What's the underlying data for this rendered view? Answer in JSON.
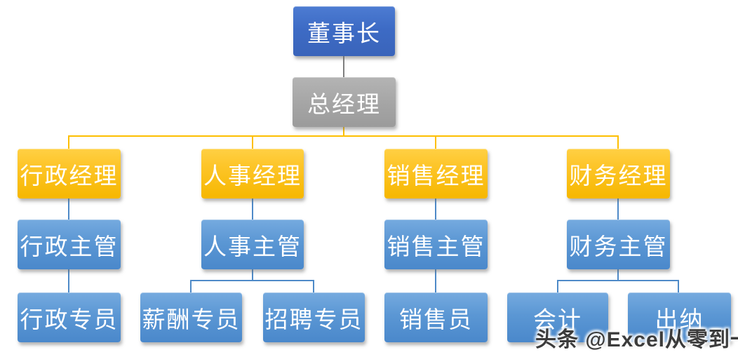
{
  "diagram": {
    "type": "org-chart",
    "title_none": "",
    "colors": {
      "level1_fill": "#3D6BC5",
      "level2_fill": "#A6A6A6",
      "level3_fill": "#FDC527",
      "level4_fill": "#5B97D4",
      "text": "#FFFFFF",
      "connector_gray": "#7F7F7F",
      "connector_yellow": "#FDBF00",
      "connector_blue": "#4E8AC8",
      "background": "#FFFFFF"
    },
    "nodes": {
      "chairman": {
        "label": "董事长"
      },
      "general_manager": {
        "label": "总经理"
      },
      "admin_manager": {
        "label": "行政经理"
      },
      "hr_manager": {
        "label": "人事经理"
      },
      "sales_manager": {
        "label": "销售经理"
      },
      "finance_manager": {
        "label": "财务经理"
      },
      "admin_supervisor": {
        "label": "行政主管"
      },
      "hr_supervisor": {
        "label": "人事主管"
      },
      "sales_supervisor": {
        "label": "销售主管"
      },
      "finance_supervisor": {
        "label": "财务主管"
      },
      "admin_specialist": {
        "label": "行政专员"
      },
      "compensation_specialist": {
        "label": "薪酬专员"
      },
      "recruitment_specialist": {
        "label": "招聘专员"
      },
      "salesperson": {
        "label": "销售员"
      },
      "accountant": {
        "label": "会计"
      },
      "cashier": {
        "label": "出纳"
      }
    },
    "edges": [
      [
        "董事长",
        "总经理"
      ],
      [
        "总经理",
        "行政经理"
      ],
      [
        "总经理",
        "人事经理"
      ],
      [
        "总经理",
        "销售经理"
      ],
      [
        "总经理",
        "财务经理"
      ],
      [
        "行政经理",
        "行政主管"
      ],
      [
        "人事经理",
        "人事主管"
      ],
      [
        "销售经理",
        "销售主管"
      ],
      [
        "财务经理",
        "财务主管"
      ],
      [
        "行政主管",
        "行政专员"
      ],
      [
        "人事主管",
        "薪酬专员"
      ],
      [
        "人事主管",
        "招聘专员"
      ],
      [
        "销售主管",
        "销售员"
      ],
      [
        "财务主管",
        "会计"
      ],
      [
        "财务主管",
        "出纳"
      ]
    ]
  },
  "watermark": {
    "text": "头条 @Excel从零到一"
  }
}
